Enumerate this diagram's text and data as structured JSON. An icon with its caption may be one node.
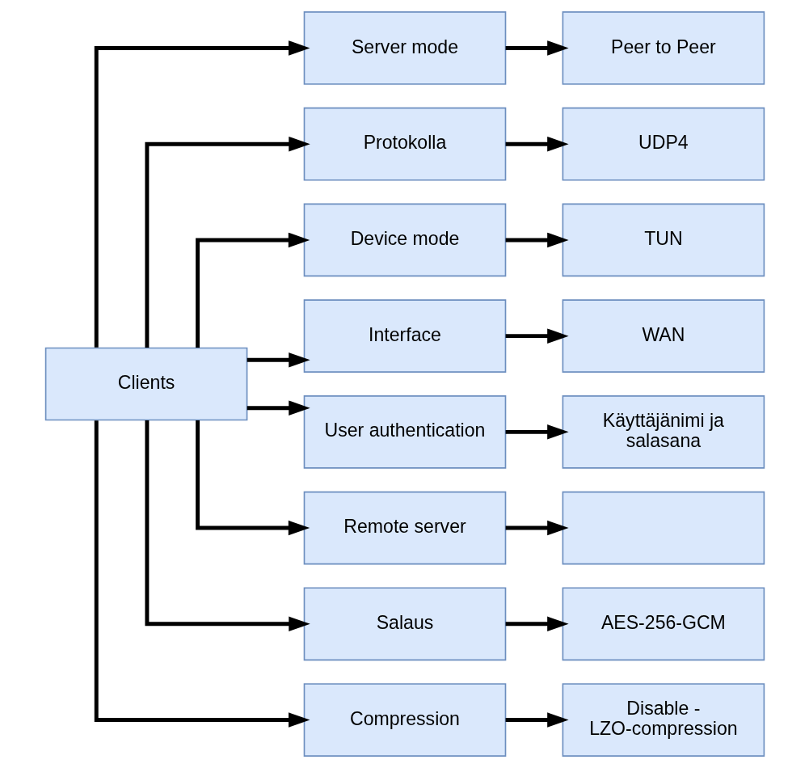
{
  "diagram": {
    "nodes": [
      {
        "text": [
          "Clients"
        ]
      },
      {
        "text": [
          "Server mode"
        ]
      },
      {
        "text": [
          "Peer to Peer"
        ]
      },
      {
        "text": [
          "Protokolla"
        ]
      },
      {
        "text": [
          "UDP4"
        ]
      },
      {
        "text": [
          "Device mode"
        ]
      },
      {
        "text": [
          "TUN"
        ]
      },
      {
        "text": [
          "Interface"
        ]
      },
      {
        "text": [
          "WAN"
        ]
      },
      {
        "text": [
          "User authentication"
        ]
      },
      {
        "text": [
          "Käyttäjänimi ja salasana"
        ]
      },
      {
        "text": [
          "Remote server"
        ]
      },
      {
        "text": [],
        "shape": "box"
      },
      {
        "text": [
          "Salaus"
        ]
      },
      {
        "text": [
          "AES-256-GCM"
        ]
      },
      {
        "text": [
          "Compression"
        ]
      },
      {
        "text": [
          "Disable - LZO-compression"
        ]
      }
    ],
    "edges": [
      {
        "from": 0,
        "to": 1,
        "arrow": "to"
      },
      {
        "from": 0,
        "to": 3,
        "arrow": "to"
      },
      {
        "from": 0,
        "to": 5,
        "arrow": "to"
      },
      {
        "from": 0,
        "to": 7,
        "arrow": "to"
      },
      {
        "from": 0,
        "to": 9,
        "arrow": "to"
      },
      {
        "from": 0,
        "to": 11,
        "arrow": "to"
      },
      {
        "from": 0,
        "to": 13,
        "arrow": "to"
      },
      {
        "from": 0,
        "to": 15,
        "arrow": "to"
      },
      {
        "from": 1,
        "to": 2,
        "arrow": "to"
      },
      {
        "from": 3,
        "to": 4,
        "arrow": "to"
      },
      {
        "from": 5,
        "to": 6,
        "arrow": "to"
      },
      {
        "from": 7,
        "to": 8,
        "arrow": "to"
      },
      {
        "from": 9,
        "to": 10,
        "arrow": "to"
      },
      {
        "from": 11,
        "to": 12,
        "arrow": "to"
      },
      {
        "from": 13,
        "to": 14,
        "arrow": "to"
      },
      {
        "from": 15,
        "to": 16,
        "arrow": "to"
      }
    ]
  }
}
